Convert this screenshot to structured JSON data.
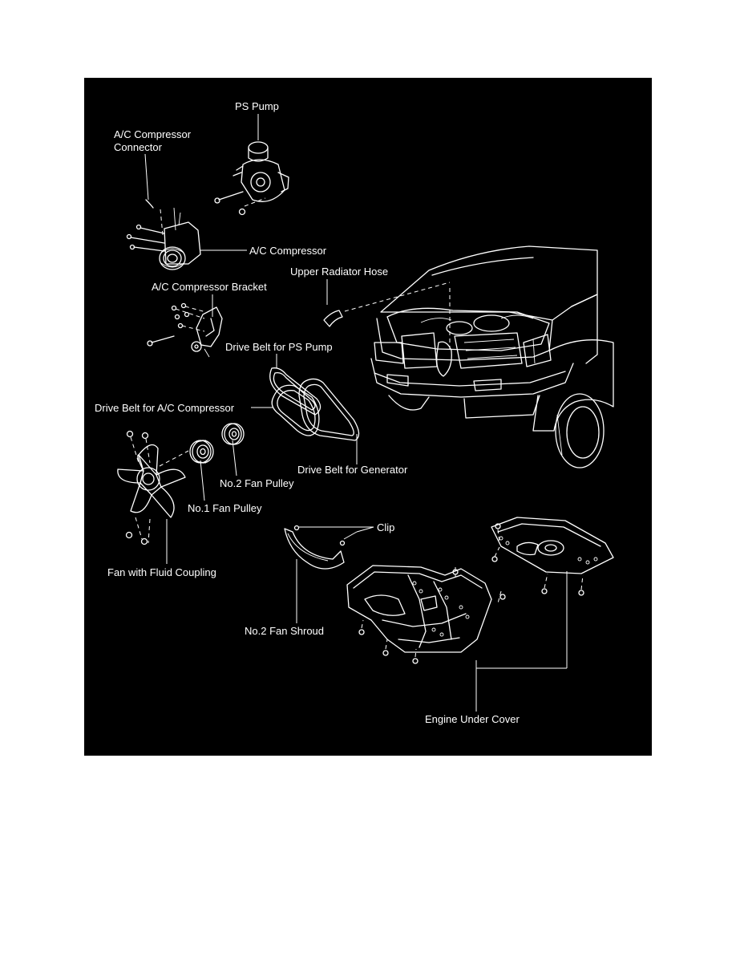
{
  "diagram": {
    "labels": {
      "ps_pump": "PS Pump",
      "ac_compressor_connector_line1": "A/C Compressor",
      "ac_compressor_connector_line2": "Connector",
      "ac_compressor": "A/C Compressor",
      "upper_radiator_hose": "Upper Radiator Hose",
      "ac_compressor_bracket": "A/C Compressor Bracket",
      "drive_belt_ps_pump": "Drive Belt for PS Pump",
      "drive_belt_ac_compressor": "Drive Belt for A/C Compressor",
      "drive_belt_generator": "Drive Belt for Generator",
      "no2_fan_pulley": "No.2 Fan Pulley",
      "no1_fan_pulley": "No.1 Fan Pulley",
      "clip": "Clip",
      "fan_with_fluid_coupling": "Fan with Fluid Coupling",
      "no2_fan_shroud": "No.2 Fan Shroud",
      "engine_under_cover": "Engine Under Cover"
    },
    "colors": {
      "background": "#000000",
      "line": "#ffffff"
    }
  }
}
